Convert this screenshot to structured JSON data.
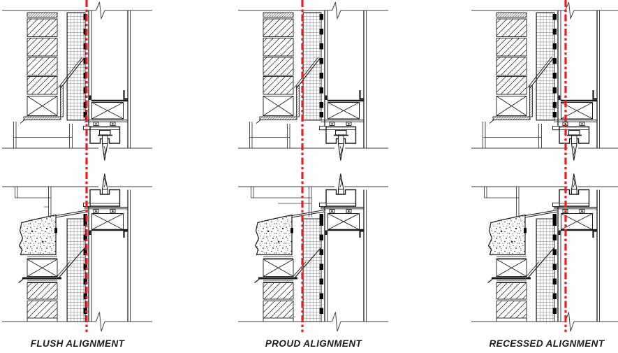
{
  "figure": {
    "type": "architectural-alignment-details",
    "panels": [
      {
        "id": "flush",
        "label": "FLUSH ALIGNMENT"
      },
      {
        "id": "proud",
        "label": "PROUD ALIGNMENT"
      },
      {
        "id": "recessed",
        "label": "RECESSED ALIGNMENT"
      }
    ],
    "alignment_line": {
      "color": "#e81b1f",
      "style": "dash-dot"
    },
    "colors": {
      "drawing_lines": "#1a1a1a",
      "boundary_lines": "#3d3d3d",
      "seal_dabs": "#050505",
      "label_text": "#1c1c1c",
      "background": "#ffffff"
    }
  }
}
